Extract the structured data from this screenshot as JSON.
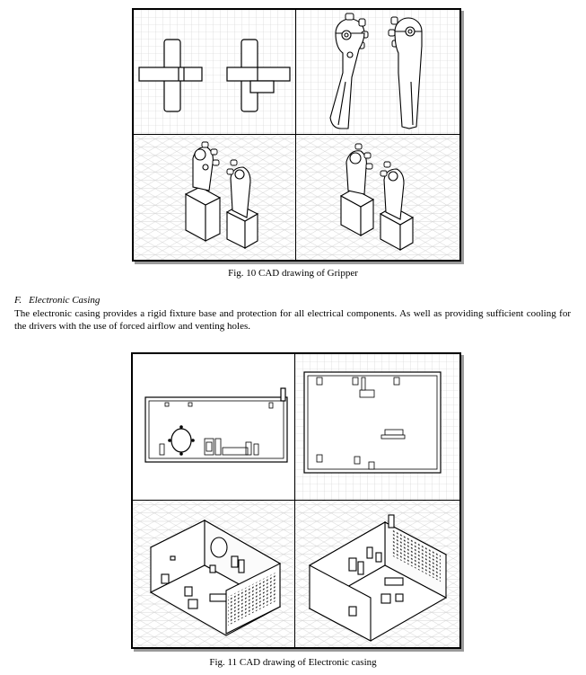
{
  "figure10": {
    "caption": "Fig. 10 CAD drawing of Gripper",
    "panels": [
      "front-view",
      "side-view",
      "isometric-left",
      "isometric-right"
    ]
  },
  "section": {
    "label": "F.",
    "title": "Electronic Casing",
    "paragraph": "The electronic casing provides a rigid fixture base and protection for all electrical components. As well as providing sufficient cooling for the drivers with the use of forced airflow and venting holes."
  },
  "figure11": {
    "caption": "Fig. 11 CAD drawing of Electronic casing",
    "panels": [
      "front-view",
      "top-view",
      "isometric-left",
      "isometric-right"
    ]
  }
}
